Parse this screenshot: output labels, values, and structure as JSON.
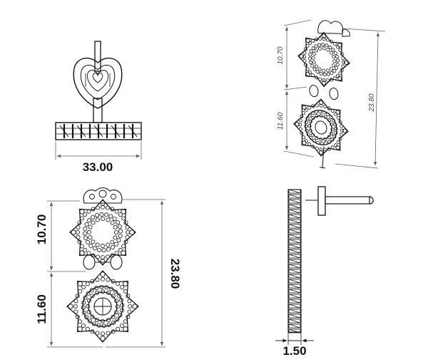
{
  "colors": {
    "ink": "#111111",
    "dimension": "#5a5f86",
    "background": "#ffffff"
  },
  "views": {
    "front": {
      "width_label": "33.00"
    },
    "elevation": {
      "top_label": "10.70",
      "bottom_label": "11.60",
      "total_label": "23.80"
    },
    "isometric": {
      "top_label": "10.70",
      "bottom_label": "11.60",
      "total_label": "23.80"
    },
    "side": {
      "thickness_label": "1.50"
    }
  }
}
